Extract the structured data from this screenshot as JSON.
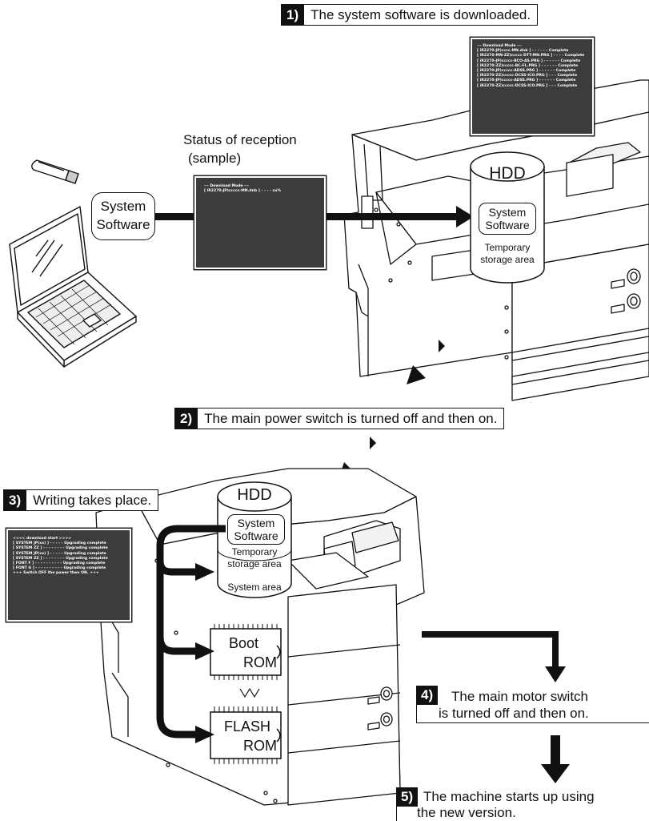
{
  "steps": {
    "s1": {
      "num": "1)",
      "text": "The system software is downloaded."
    },
    "s2": {
      "num": "2)",
      "text": "The main power switch is turned off and then on."
    },
    "s3": {
      "num": "3)",
      "text": "Writing takes place."
    },
    "s4": {
      "num": "4)",
      "line1": "The main motor switch",
      "line2": "is turned off and then on."
    },
    "s5": {
      "num": "5)",
      "line1": "The machine starts up using",
      "line2": "the new version."
    }
  },
  "labels": {
    "status_line1": "Status of reception",
    "status_line2": "(sample)",
    "system_software_line1": "System",
    "system_software_line2": "Software",
    "hdd": "HDD",
    "temp_line1": "Temporary",
    "temp_line2": "storage area",
    "system_area": "System area",
    "boot_line1": "Boot",
    "boot_line2": "ROM",
    "flash_line1": "FLASH",
    "flash_line2": "ROM"
  },
  "screens": {
    "reception": "--- Download Mode ---\n[ iR2270-JP)ccccc-MN.dnb ] - - - - xx%",
    "download": "--- Download Mode ---\n[ iR2270-JP)cccc-MN.dnb ] - - - - - - Complete\n[ iR2270-MN-ZZ)ccccc-DTT-MN.PRG ] - - - - Complete\n[ iR2270-JP)ccccc-BCO-AS.PRG ] - - - - - - Complete\n[ iR2270-ZZ)ccccc-BC-FL.PRG ] - - - - - - Complete\n[ iR2270-JP)ccccc-ADSS.PRG ] - - - - - - Complete\n[ iR2270-ZZ)ccccc-DCSS-ICO.PRG ] - - - Complete\n[ iR2270-JP)ccccc-ADSS.PRG ] - - - - - - Complete\n[ iR2270-ZZ)ccccc-DCSS-ICO.PRG ] - - - Complete",
    "writing": "<<<< download start >>>>\n[ SYSTEM JP(xx) ] - - - - - Upgrading complete\n[ SYSTEM ZZ ] - - - - - - - - Upgrading complete\n[ SYSTEM JP(xx) ] - - - - - Upgrading complete\n[ SYSTEM ZZ ] - - - - - - - - Upgrading complete\n[ FONT F ] - - - - - - - - - - Upgrading complete\n[ FONT G ] - - - - - - - - - - Upgrading complete\n+++ Switch OFF the power then ON. +++"
  },
  "colors": {
    "ink": "#111111",
    "screen": "#3c3c3c"
  }
}
